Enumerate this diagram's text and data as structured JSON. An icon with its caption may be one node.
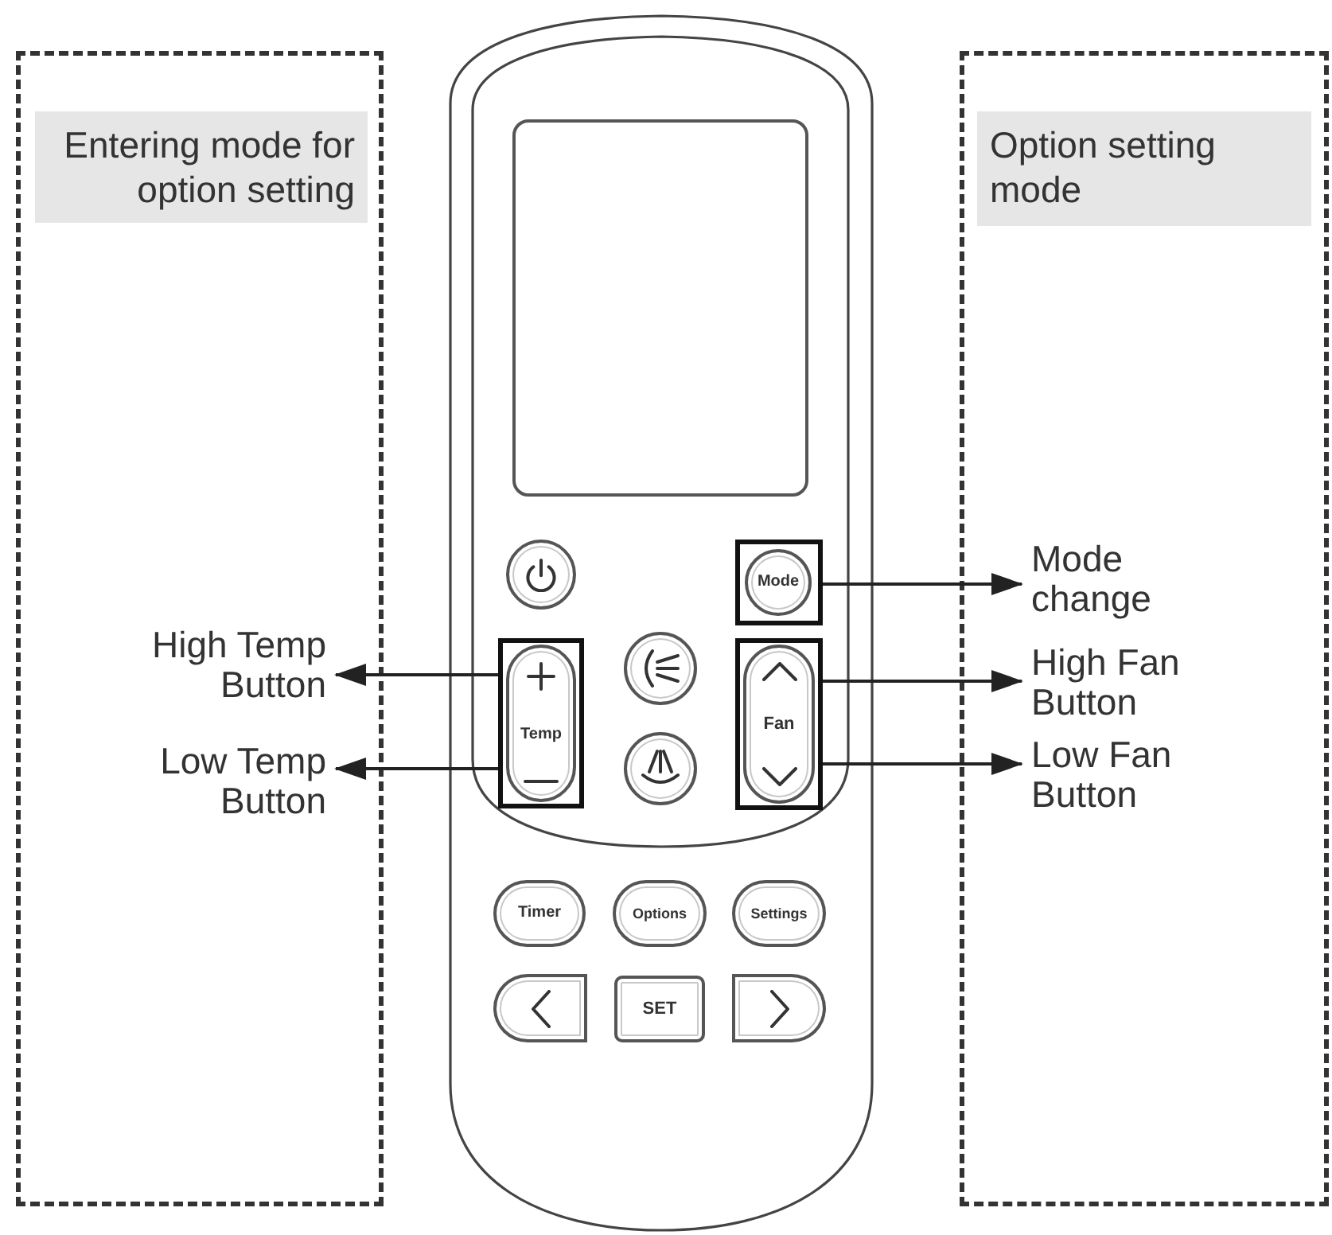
{
  "diagram": {
    "nodes": [
      {
        "text": [
          "Entering mode for option setting"
        ]
      },
      {
        "text": [
          "High Temp Button"
        ],
        "in": 0
      },
      {
        "text": [
          "Low Temp Button"
        ],
        "in": 0
      },
      {
        "text": [],
        "shape": "picture"
      },
      {
        "text": [],
        "shape": "box",
        "in": 3
      },
      {
        "text": [],
        "shape": "circle",
        "in": 3
      },
      {
        "text": [],
        "shape": "box",
        "in": 3
      },
      {
        "text": [
          "Mode"
        ],
        "in": 6
      },
      {
        "text": [],
        "shape": "box",
        "in": 3
      },
      {
        "text": [
          "Temp"
        ],
        "in": 8
      },
      {
        "text": [],
        "shape": "circle",
        "in": 3
      },
      {
        "text": [],
        "shape": "circle",
        "in": 3
      },
      {
        "text": [],
        "shape": "box",
        "in": 3
      },
      {
        "text": [
          "Fan"
        ],
        "in": 12
      },
      {
        "text": [
          "Timer"
        ],
        "in": 3
      },
      {
        "text": [
          "Options"
        ],
        "in": 3
      },
      {
        "text": [
          "Settings"
        ],
        "in": 3
      },
      {
        "text": [],
        "shape": "box",
        "in": 3
      },
      {
        "text": [
          "SET"
        ],
        "in": 3
      },
      {
        "text": [],
        "shape": "box",
        "in": 3
      },
      {
        "text": [
          "Option setting mode"
        ]
      },
      {
        "text": [
          "Mode change"
        ],
        "in": 20
      },
      {
        "text": [
          "High Fan Button"
        ],
        "in": 20
      },
      {
        "text": [
          "Low Fan Button"
        ],
        "in": 20
      }
    ],
    "edges": [
      {
        "from": 8,
        "to": 1,
        "arrow": "to"
      },
      {
        "from": 8,
        "to": 2,
        "arrow": "to"
      },
      {
        "from": 6,
        "to": 21,
        "arrow": "to"
      },
      {
        "from": 12,
        "to": 22,
        "arrow": "to"
      },
      {
        "from": 12,
        "to": 23,
        "arrow": "to"
      }
    ]
  }
}
